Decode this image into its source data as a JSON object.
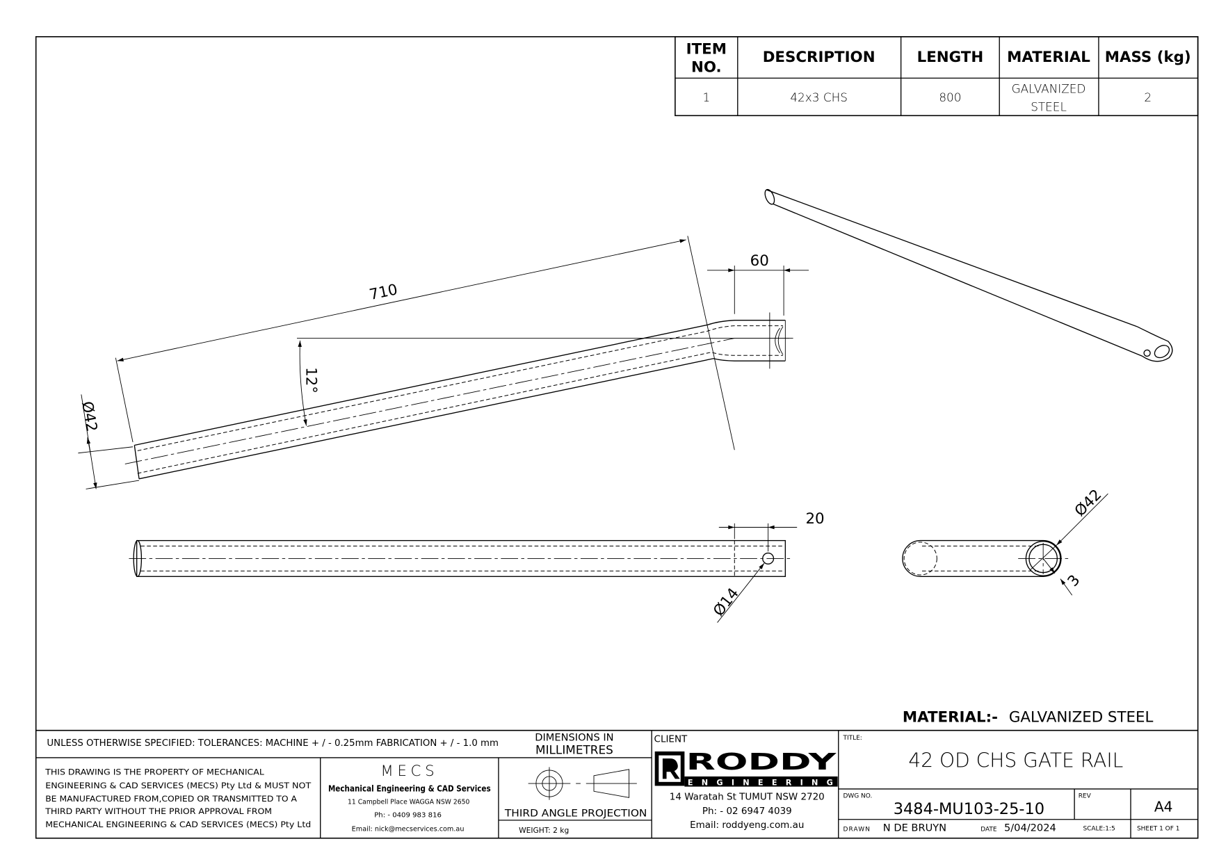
{
  "bom": {
    "headers": {
      "item_line1": "ITEM",
      "item_line2": "NO.",
      "description": "DESCRIPTION",
      "length": "LENGTH",
      "material": "MATERIAL",
      "mass": "MASS (kg)"
    },
    "rows": [
      {
        "item": "1",
        "description": "42x3 CHS",
        "length": "800",
        "material_line1": "GALVANIZED",
        "material_line2": "STEEL",
        "mass": "2"
      }
    ]
  },
  "dimensions": {
    "overall_710": "710",
    "angle": "12°",
    "outer_dia_side": "Ø42",
    "end_60": "60",
    "hole_offset_20": "20",
    "hole_dia": "Ø14",
    "outer_dia_end": "Ø42",
    "wall": "3"
  },
  "material_note": {
    "label": "MATERIAL:-",
    "value": "GALVANIZED STEEL"
  },
  "title_block": {
    "tolerances": "UNLESS OTHERWISE SPECIFIED: TOLERANCES: MACHINE + / - 0.25mm  FABRICATION + / - 1.0 mm",
    "units_line1": "DIMENSIONS IN",
    "units_line2": "MILLIMETRES",
    "property_notice": [
      "THIS DRAWING IS THE PROPERTY OF MECHANICAL",
      "ENGINEERING & CAD SERVICES (MECS) Pty Ltd & MUST NOT",
      "BE MANUFACTURED FROM,COPIED OR TRANSMITTED TO A",
      "THIRD PARTY WITHOUT THE PRIOR APPROVAL FROM",
      "MECHANICAL ENGINEERING & CAD SERVICES (MECS) Pty Ltd"
    ],
    "company": {
      "logo": "MECS",
      "name": "Mechanical Engineering & CAD Services",
      "address": "11 Campbell Place WAGGA NSW 2650",
      "phone": "Ph: - 0409 983 816",
      "email": "Email: nick@mecservices.com.au"
    },
    "projection": "THIRD ANGLE PROJECTION",
    "weight": "WEIGHT: 2 kg",
    "client_label": "CLIENT",
    "client": {
      "logo_main": "RODDY",
      "logo_sub": "ENGINEERING",
      "address": "14 Waratah St TUMUT NSW 2720",
      "phone": "Ph: - 02 6947 4039",
      "email": "Email: roddyeng.com.au"
    },
    "title_label": "TITLE:",
    "title": "42 OD CHS GATE RAIL",
    "dwg_no_label": "DWG NO.",
    "dwg_no": "3484-MU103-25-10",
    "rev_label": "REV",
    "size": "A4",
    "drawn_label": "DRAWN",
    "drawn_by": "N DE BRUYN",
    "date_label": "DATE",
    "date": "5/04/2024",
    "scale": "SCALE:1:5",
    "sheet": "SHEET 1 OF 1"
  }
}
